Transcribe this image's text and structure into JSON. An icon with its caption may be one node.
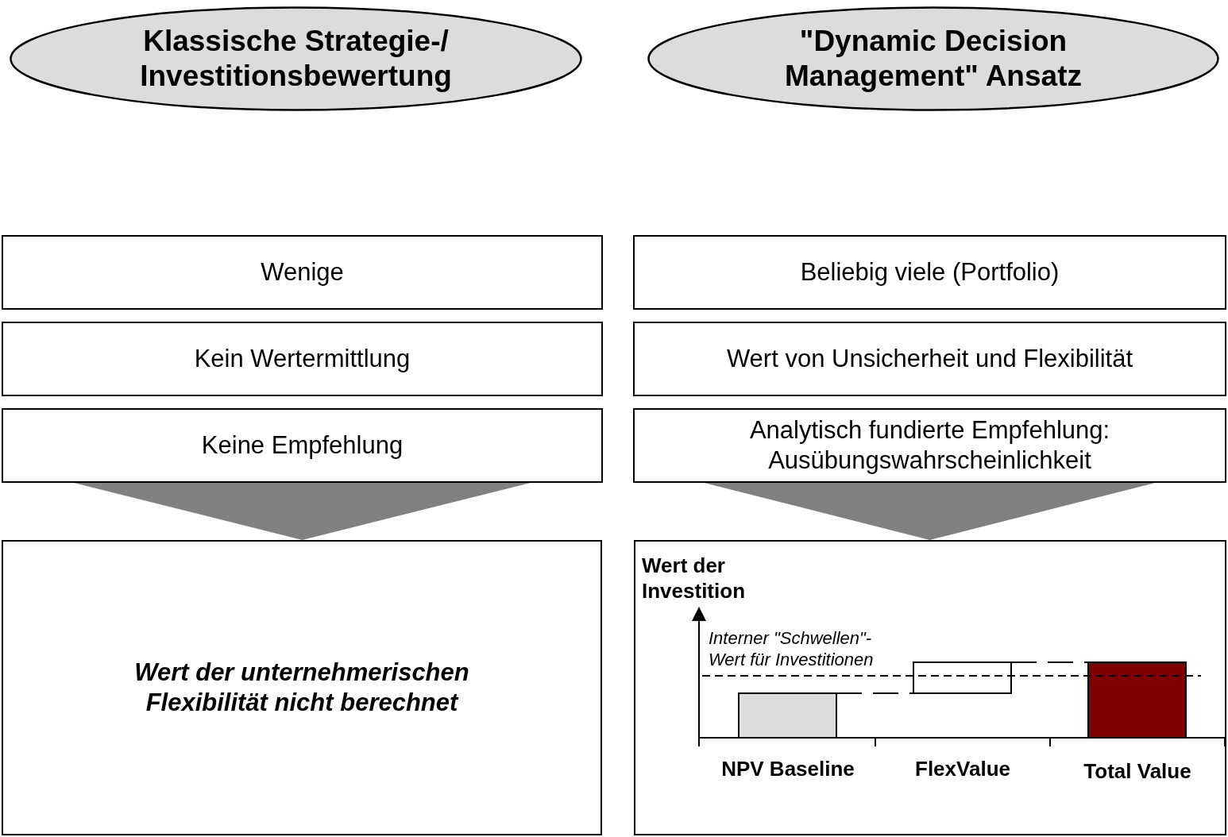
{
  "diagram": {
    "nodes": [
      {
        "text": [
          "Klassische Strategie-/ Investitionsbewertung"
        ]
      },
      {
        "text": [
          "\"Dynamic Decision Management\" Ansatz"
        ]
      },
      {
        "text": [
          "Wenige"
        ]
      },
      {
        "text": [
          "Kein Wertermittlung"
        ]
      },
      {
        "text": [
          "Keine Empfehlung"
        ]
      },
      {
        "text": [
          "Beliebig viele (Portfolio)"
        ]
      },
      {
        "text": [
          "Wert von Unsicherheit und Flexibilität"
        ]
      },
      {
        "text": [
          "Analytisch fundierte Empfehlung: Ausübungswahrscheinlichkeit"
        ]
      },
      {
        "text": [
          "Wert der unternehmerischen Flexibilität nicht berechnet"
        ]
      },
      {
        "text": [],
        "shape": "box"
      }
    ],
    "edges": [
      {
        "from": 4,
        "to": 8,
        "arrow": "to"
      },
      {
        "from": 7,
        "to": 9,
        "arrow": "to"
      }
    ],
    "labels": [
      "Wert der Investition",
      "Interner \"Schwellen\"- Wert für Investitionen",
      "NPV Baseline",
      "FlexValue",
      "Total Value"
    ]
  }
}
